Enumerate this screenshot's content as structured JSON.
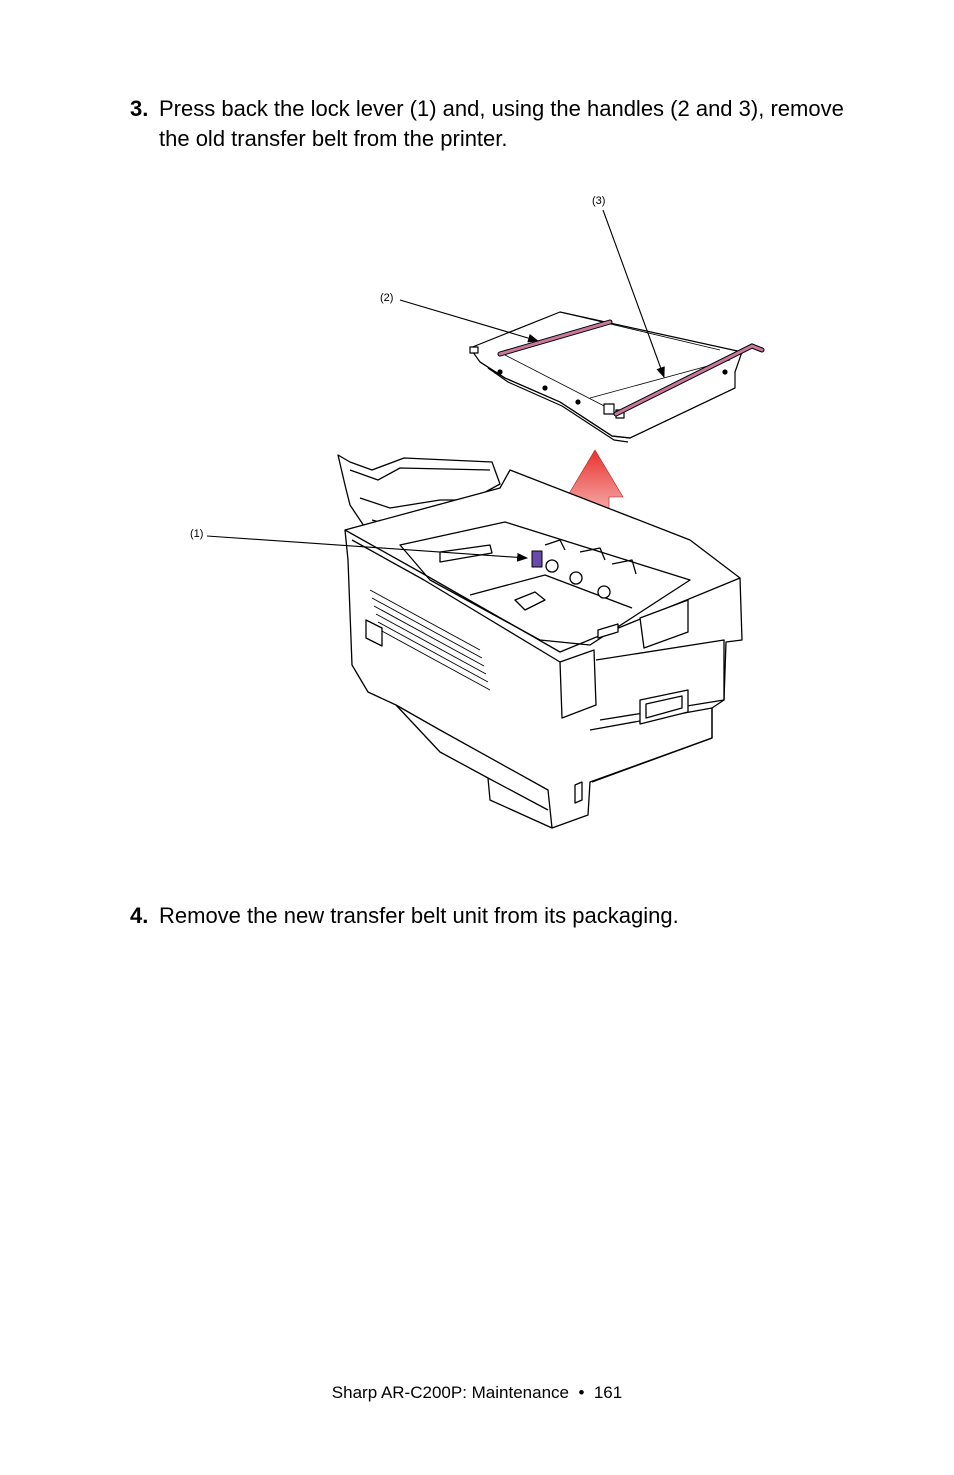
{
  "steps": [
    {
      "number": "3.",
      "text": "Press back the lock lever (1) and, using the handles (2 and 3), remove the old transfer belt from the printer."
    },
    {
      "number": "4.",
      "text": "Remove the new transfer belt unit from its packaging."
    }
  ],
  "figure": {
    "callouts": {
      "lock_lever": "(1)",
      "handle_left": "(2)",
      "handle_right": "(3)"
    },
    "colors": {
      "handle": "#c8789a",
      "lock_lever": "#6a4aa8",
      "arrow_top": "#e8322e",
      "arrow_bottom": "#ffffff"
    }
  },
  "footer": {
    "text": "Sharp AR-C200P: Maintenance  •  161"
  }
}
